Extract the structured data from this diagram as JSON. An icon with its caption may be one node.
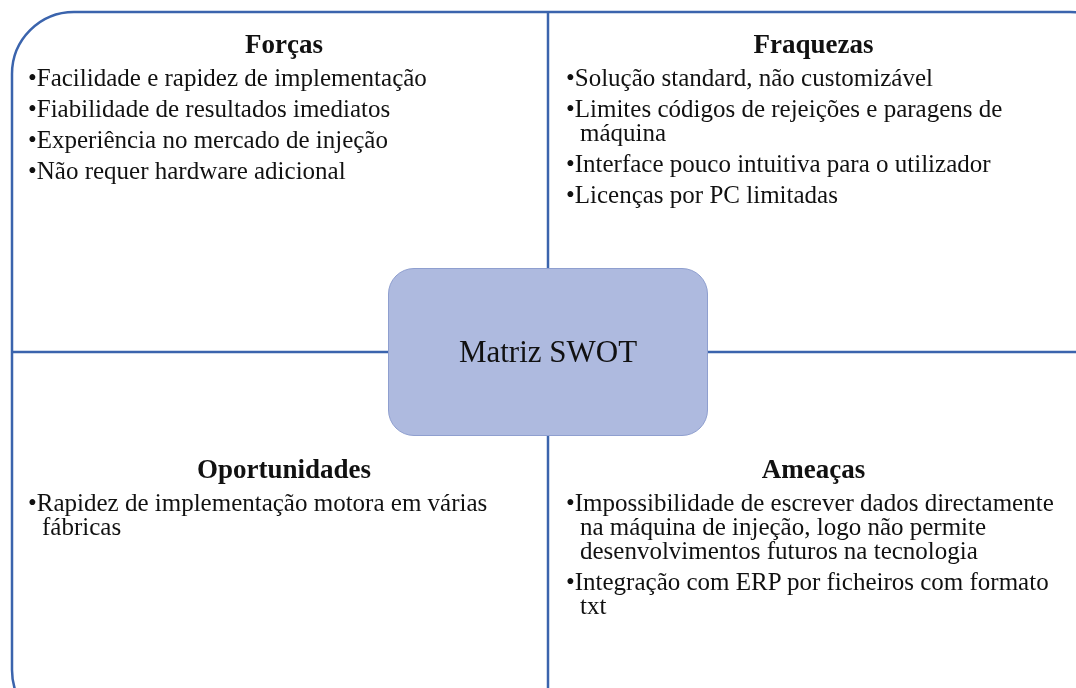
{
  "diagram": {
    "nodes": [
      {
        "text": [
          "Forças",
          "•Facilidade e rapidez de implementação",
          "•Fiabilidade de resultados imediatos",
          "•Experiência no mercado de injeção",
          "•Não requer hardware adicional"
        ]
      },
      {
        "text": [
          "Fraquezas",
          "•Solução standard, não customizável",
          "•Limites códigos de rejeições e paragens de máquina",
          "•Interface pouco intuitiva para o utilizador",
          "•Licenças por PC limitadas"
        ]
      },
      {
        "text": [
          "Oportunidades",
          "•Rapidez de implementação motora em várias fábricas"
        ]
      },
      {
        "text": [
          "Ameaças",
          "•Impossibilidade de escrever dados directamente na máquina de injeção, logo não permite desenvolvimentos futuros na tecnologia",
          "•Integração com ERP por ficheiros com formato txt"
        ]
      },
      {
        "text": [
          "Matriz SWOT"
        ]
      }
    ],
    "edges": []
  }
}
